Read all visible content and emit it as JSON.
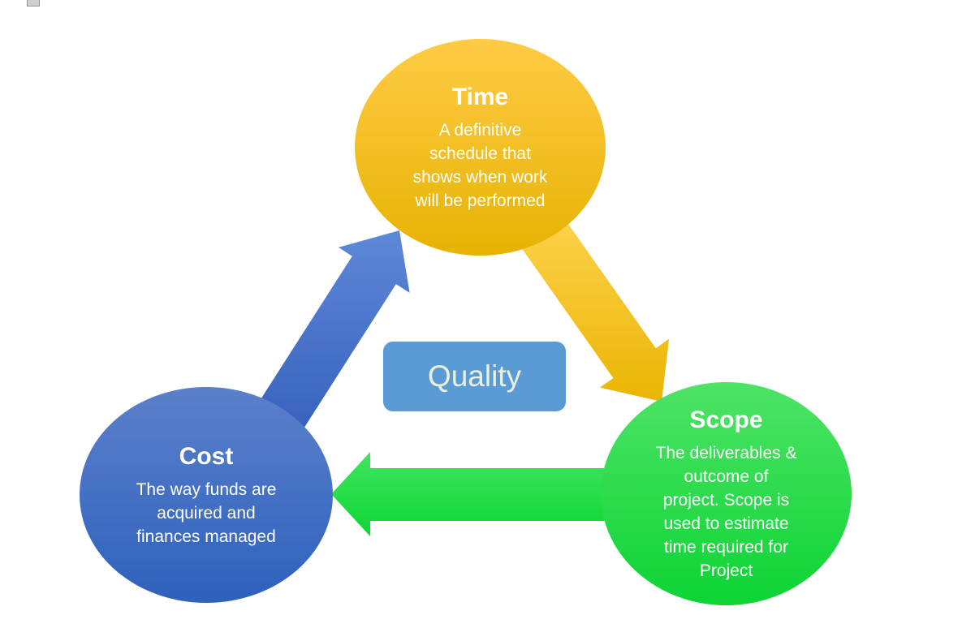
{
  "canvas": {
    "background": "#FFFFFF"
  },
  "window_fragment": {
    "fill": "#CFCFCF",
    "border": "#8F8F8F"
  },
  "diagram": {
    "type": "triangle-cycle",
    "nodes": [
      {
        "id": "time",
        "title": "Time",
        "description": "A definitive\nschedule that\nshows when work\nwill be performed",
        "gradient_top": "#FFCB45",
        "gradient_bottom": "#E6B303",
        "text_color": "#FFFFFF"
      },
      {
        "id": "cost",
        "title": "Cost",
        "description": "The way funds are\nacquired and\nfinances managed",
        "gradient_top": "#5B80CB",
        "gradient_bottom": "#2E61BC",
        "text_color": "#FFFFFF"
      },
      {
        "id": "scope",
        "title": "Scope",
        "description": "The deliverables &\noutcome of\nproject. Scope is\nused to estimate\ntime required for\nProject",
        "gradient_top": "#4EE366",
        "gradient_bottom": "#0DD434",
        "text_color": "#FFFFFF"
      }
    ],
    "center_label": {
      "text": "Quality",
      "fill": "#5B9BD5",
      "text_color": "#E9F1DE"
    },
    "arrows": [
      {
        "id": "cost-to-time",
        "from": "Cost",
        "to": "Time",
        "gradient_top": "#5E89D8",
        "gradient_bottom": "#3660BC"
      },
      {
        "id": "time-to-scope",
        "from": "Time",
        "to": "Scope",
        "gradient_top": "#FFD34F",
        "gradient_bottom": "#E9B503"
      },
      {
        "id": "scope-to-cost",
        "from": "Scope",
        "to": "Cost",
        "gradient_top": "#42E45F",
        "gradient_bottom": "#0DD636"
      }
    ]
  }
}
